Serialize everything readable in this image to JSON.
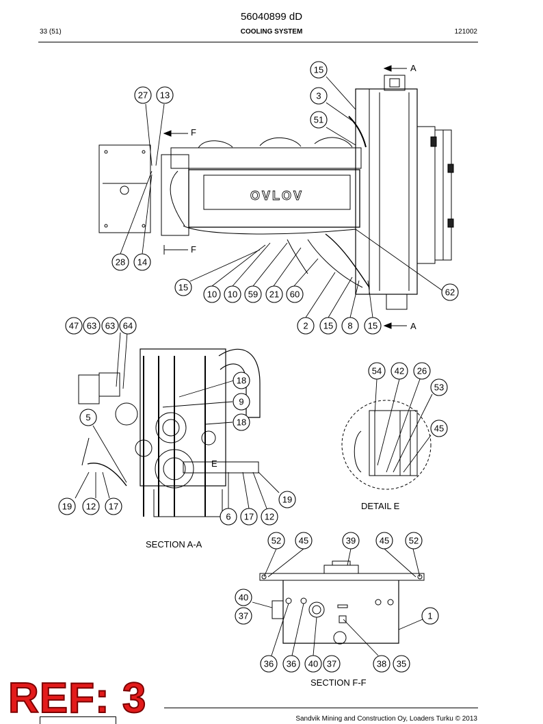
{
  "header": {
    "doc_number": "56040899 dD",
    "page_ref": "33 (51)",
    "section_title": "COOLING SYSTEM",
    "doc_code": "121002"
  },
  "sections": {
    "main_view": {
      "section_markers": [
        "A",
        "A",
        "F",
        "F"
      ],
      "callouts": [
        "15",
        "3",
        "51",
        "27",
        "13",
        "28",
        "14",
        "15",
        "10",
        "10",
        "59",
        "21",
        "60",
        "62",
        "2",
        "15",
        "8",
        "15"
      ],
      "engine_badge": "OVLOV"
    },
    "section_a_a": {
      "caption": "SECTION A-A",
      "detail_marker": "E",
      "callouts": [
        "47",
        "63",
        "63",
        "64",
        "18",
        "9",
        "18",
        "5",
        "19",
        "12",
        "17",
        "19",
        "6",
        "17",
        "12"
      ]
    },
    "detail_e": {
      "caption": "DETAIL E",
      "callouts": [
        "54",
        "42",
        "26",
        "53",
        "45"
      ]
    },
    "section_f_f": {
      "caption": "SECTION F-F",
      "callouts": [
        "52",
        "45",
        "39",
        "45",
        "52",
        "40",
        "37",
        "1",
        "36",
        "36",
        "40",
        "37",
        "38",
        "35"
      ]
    }
  },
  "stamp": {
    "text": "REF: 3",
    "color": "#e31b1b"
  },
  "footer": {
    "text": "Sandvik Mining and Construction Oy, Loaders Turku © 2013"
  }
}
